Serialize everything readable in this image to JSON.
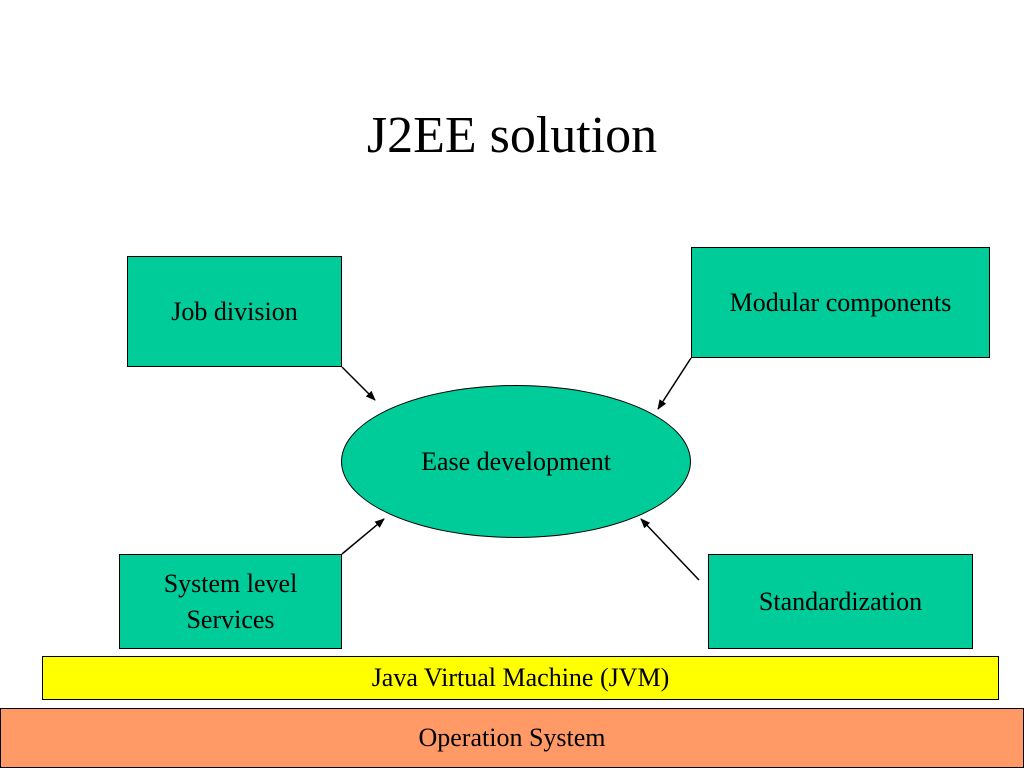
{
  "slide": {
    "title": "J2EE solution"
  },
  "diagram": {
    "center": {
      "label": "Ease development"
    },
    "boxes": [
      {
        "label": "Job division"
      },
      {
        "label": "Modular components"
      },
      {
        "label": "System level\nServices"
      },
      {
        "label": "Standardization"
      }
    ],
    "layers": [
      {
        "label": "Java Virtual Machine (JVM)"
      },
      {
        "label": "Operation System"
      }
    ]
  },
  "colors": {
    "box_fill": "#00cc99",
    "jvm_fill": "#ffff00",
    "os_fill": "#ff9966"
  }
}
